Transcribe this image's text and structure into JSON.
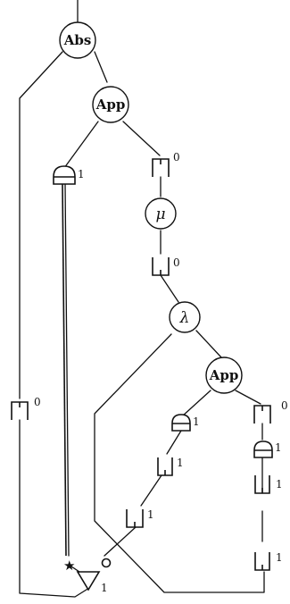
{
  "nodes": {
    "abs_top": "Abs",
    "app_upper": "App",
    "mu": "μ",
    "lambda": "λ",
    "app_lower": "App"
  },
  "indices": {
    "croissant_left_upper": "1",
    "bracket_right_upper": "0",
    "bracket_after_mu": "0",
    "croissant_app_lower_left": "1",
    "bracket_mid_1": "1",
    "bracket_mid_2": "1",
    "bracket_right_lower": "0",
    "croissant_right_lower": "1",
    "bracket_right_2": "1",
    "bracket_right_3": "1",
    "bracket_left_bottom": "0",
    "contraction": "1"
  },
  "symbols": {
    "star": "★"
  }
}
